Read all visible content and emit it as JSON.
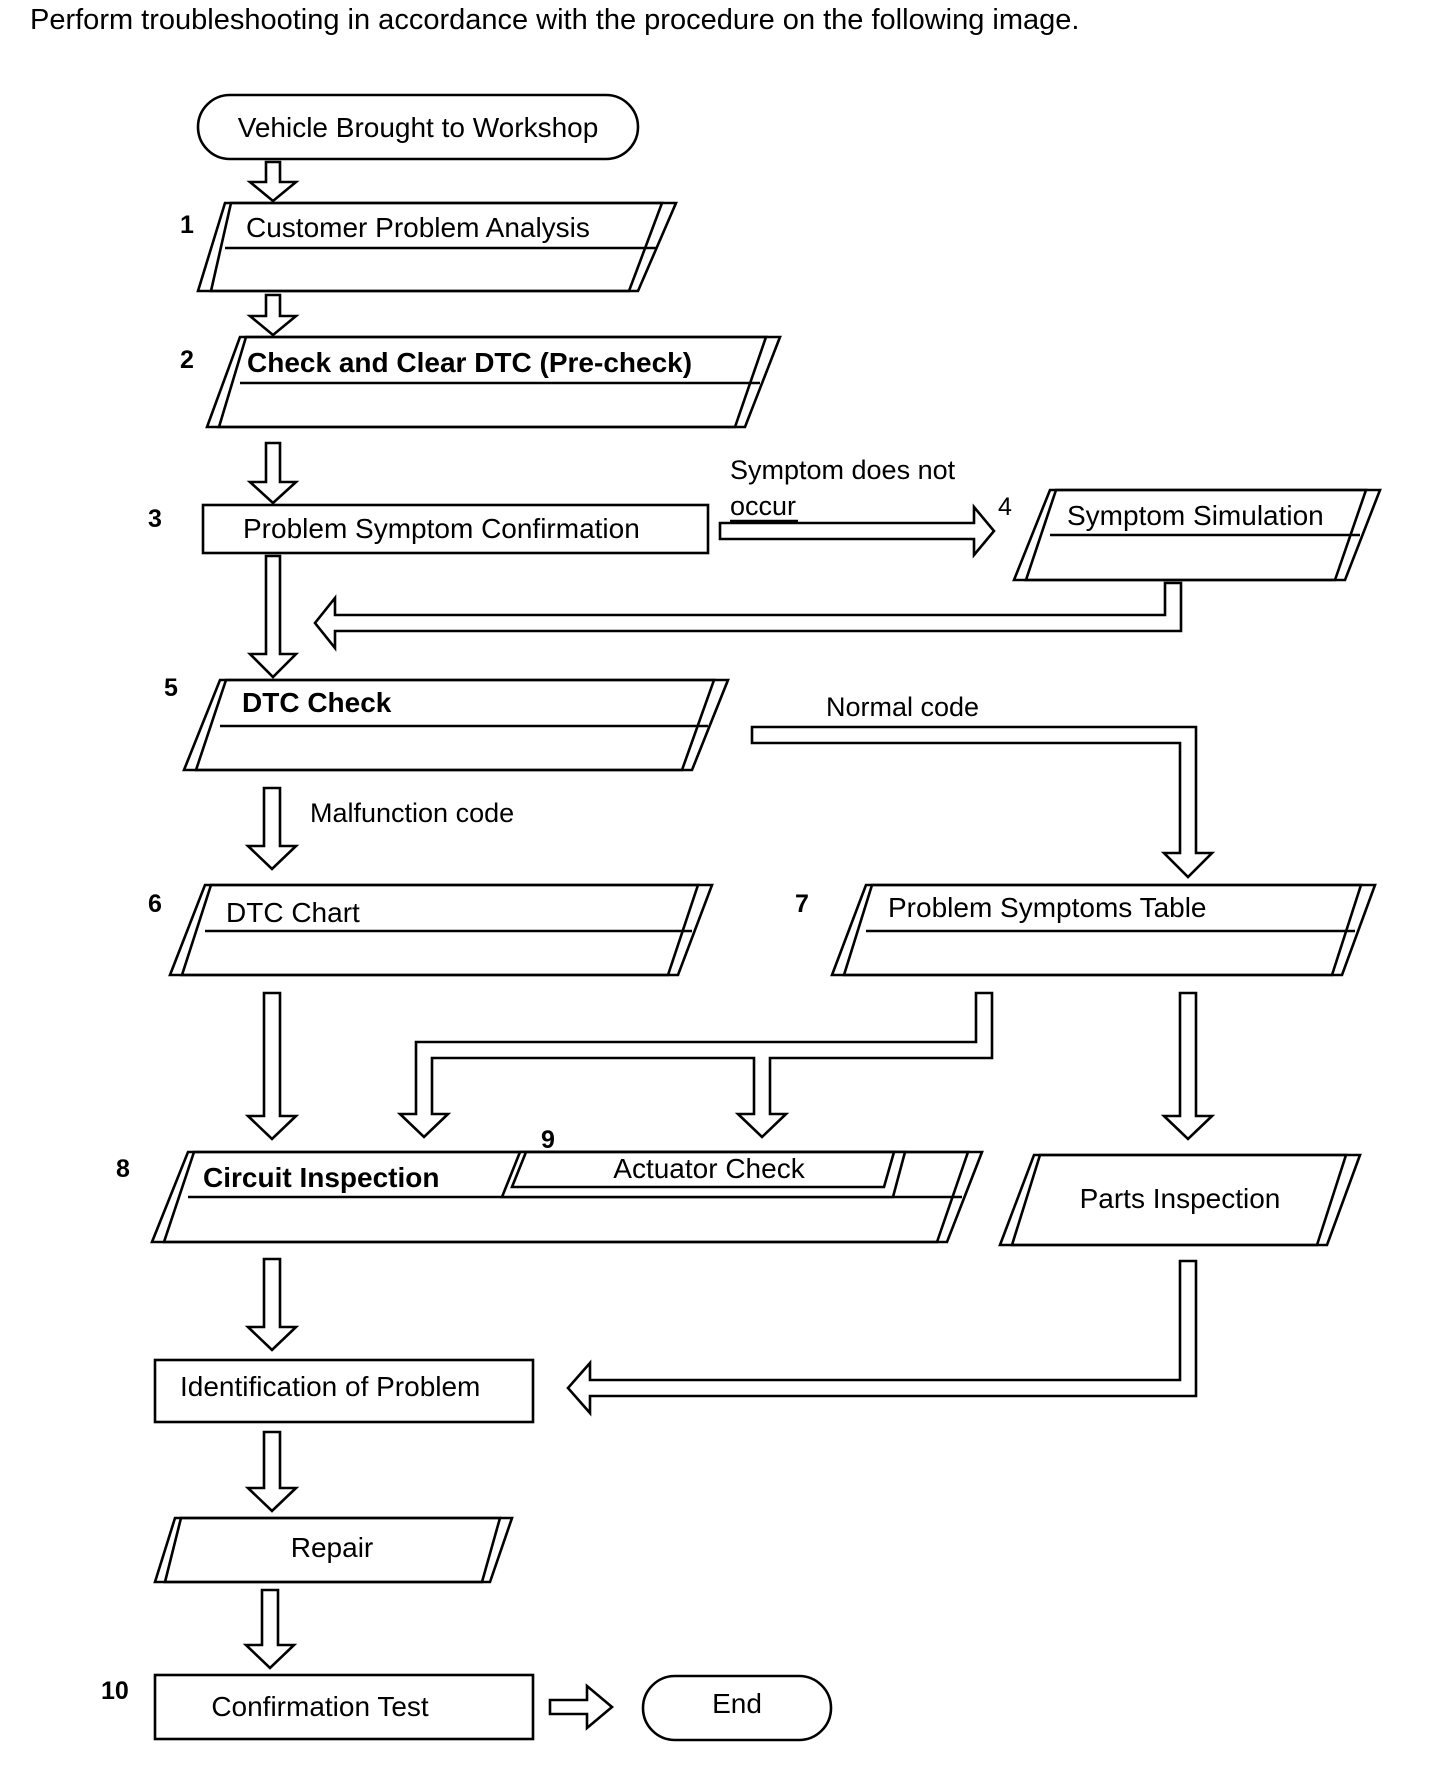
{
  "intro": "Perform troubleshooting in accordance with the procedure on the following image.",
  "steps": {
    "start": {
      "label": "Vehicle Brought to Workshop"
    },
    "customer_problem_analysis": {
      "number": "1",
      "label": "Customer Problem Analysis"
    },
    "check_clear_dtc": {
      "number": "2",
      "label": "Check and Clear DTC (Pre-check)"
    },
    "problem_symptom_confirmation": {
      "number": "3",
      "label": "Problem Symptom Confirmation"
    },
    "symptom_simulation": {
      "number": "4",
      "label": "Symptom Simulation"
    },
    "dtc_check": {
      "number": "5",
      "label": "DTC Check"
    },
    "dtc_chart": {
      "number": "6",
      "label": "DTC Chart"
    },
    "problem_symptoms_table": {
      "number": "7",
      "label": "Problem Symptoms Table"
    },
    "circuit_inspection": {
      "number": "8",
      "label": "Circuit Inspection"
    },
    "actuator_check": {
      "number": "9",
      "label": "Actuator Check"
    },
    "parts_inspection": {
      "label": "Parts Inspection"
    },
    "identification_of_problem": {
      "label": "Identification of Problem"
    },
    "repair": {
      "label": "Repair"
    },
    "confirmation_test": {
      "number": "10",
      "label": "Confirmation Test"
    },
    "end": {
      "label": "End"
    }
  },
  "branches": {
    "symptom_not_occur": [
      "Symptom does not",
      "occur"
    ],
    "normal_code": "Normal code",
    "malfunction_code": "Malfunction code"
  }
}
